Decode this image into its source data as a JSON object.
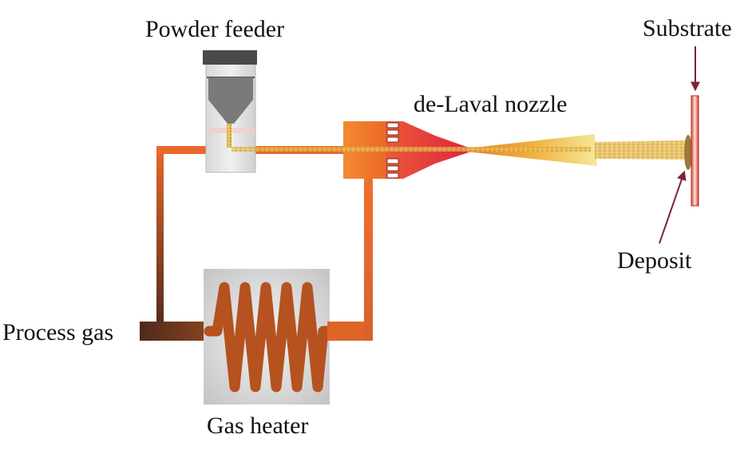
{
  "diagram": {
    "title": "Cold spray process schematic",
    "labels": {
      "powder_feeder": "Powder feeder",
      "nozzle": "de-Laval nozzle",
      "substrate": "Substrate",
      "deposit": "Deposit",
      "process_gas": "Process gas",
      "gas_heater": "Gas heater"
    },
    "colors": {
      "pipe_hot": "#e8692a",
      "pipe_cold": "#4f2a1c",
      "coil": "#b5521f",
      "nozzle_chamber": "#ef7a2a",
      "nozzle_throat": "#e02b45",
      "jet_end": "#f6e08a",
      "substrate": "#e0493a",
      "arrow": "#7a2436",
      "heater_box": "#cfcfcf",
      "feeder_cap": "#4a4a4a",
      "feeder_cone": "#7a7a7a"
    }
  }
}
